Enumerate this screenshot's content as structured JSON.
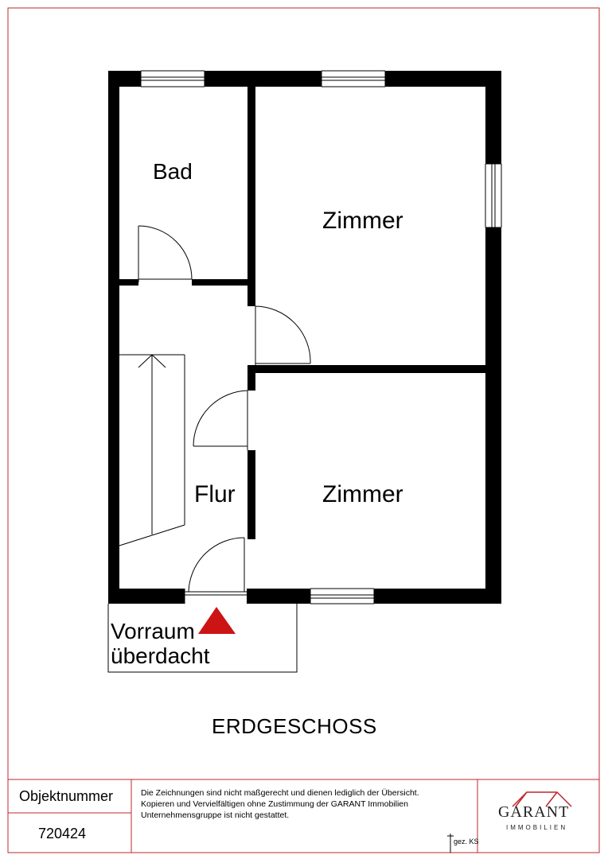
{
  "rooms": {
    "bad": "Bad",
    "zimmer_top": "Zimmer",
    "zimmer_bottom": "Zimmer",
    "flur": "Flur",
    "vorraum_line1": "Vorraum",
    "vorraum_line2": "überdacht"
  },
  "title": "ERDGESCHOSS",
  "footer": {
    "objekt_label": "Objektnummer",
    "objekt_value": "720424",
    "disclaimer_line1": "Die Zeichnungen sind nicht maßgerecht und dienen lediglich der Übersicht.",
    "disclaimer_line2": "Kopieren und Vervielfältigen ohne Zustimmung der GARANT Immobilien",
    "disclaimer_line3": "Unternehmensgruppe ist nicht gestattet.",
    "signature": "gez. KS",
    "logo_name": "GARANT",
    "logo_sub": "IMMOBILIEN"
  },
  "colors": {
    "border": "#c0272d",
    "wall": "#000000",
    "entrance_marker": "#cc1414"
  }
}
